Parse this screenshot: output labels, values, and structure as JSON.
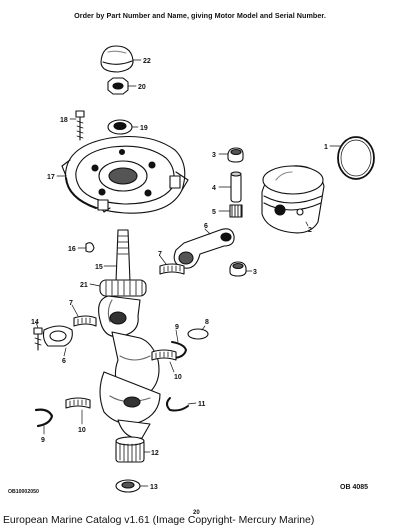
{
  "header": {
    "text": "Order by Part Number and Name, giving Motor Model and Serial Number."
  },
  "callouts": [
    {
      "id": "c22",
      "label": "22"
    },
    {
      "id": "c20",
      "label": "20"
    },
    {
      "id": "c18",
      "label": "18"
    },
    {
      "id": "c19",
      "label": "19"
    },
    {
      "id": "c17",
      "label": "17"
    },
    {
      "id": "c1",
      "label": "1"
    },
    {
      "id": "c3a",
      "label": "3"
    },
    {
      "id": "c4",
      "label": "4"
    },
    {
      "id": "c5",
      "label": "5"
    },
    {
      "id": "c2",
      "label": "2"
    },
    {
      "id": "c16",
      "label": "16"
    },
    {
      "id": "c6a",
      "label": "6"
    },
    {
      "id": "c7a",
      "label": "7"
    },
    {
      "id": "c15",
      "label": "15"
    },
    {
      "id": "c3b",
      "label": "3"
    },
    {
      "id": "c21",
      "label": "21"
    },
    {
      "id": "c7b",
      "label": "7"
    },
    {
      "id": "c14",
      "label": "14"
    },
    {
      "id": "c8",
      "label": "8"
    },
    {
      "id": "c9a",
      "label": "9"
    },
    {
      "id": "c6b",
      "label": "6"
    },
    {
      "id": "c10a",
      "label": "10"
    },
    {
      "id": "c11",
      "label": "11"
    },
    {
      "id": "c9b",
      "label": "9"
    },
    {
      "id": "c10b",
      "label": "10"
    },
    {
      "id": "c12",
      "label": "12"
    },
    {
      "id": "c13",
      "label": "13"
    }
  ],
  "codes": {
    "left": "OB10002050",
    "right": "OB 4085",
    "page": "20"
  },
  "footer": {
    "text": "European Marine Catalog v1.61 (Image Copyright- Mercury Marine)"
  }
}
